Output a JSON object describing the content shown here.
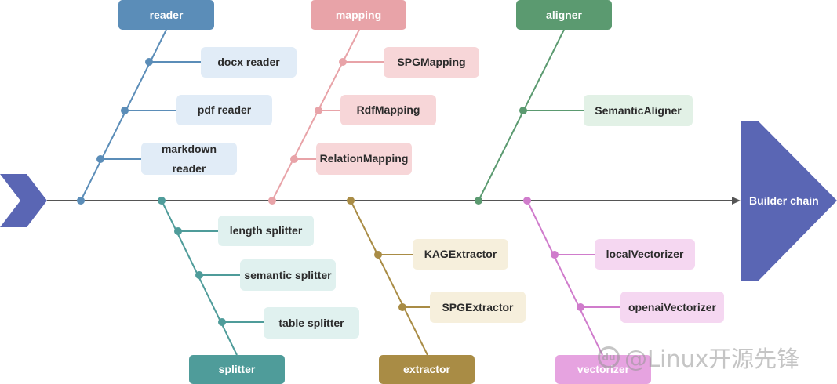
{
  "head": {
    "label": "Builder chain",
    "color": "#5a66b4"
  },
  "spine_color": "#555555",
  "tail_color": "#5a66b4",
  "categories": [
    {
      "id": "reader",
      "label": "reader",
      "color": "#5b8db8",
      "item_bg": "#e1ecf7",
      "items": [
        "docx reader",
        "pdf reader",
        "markdown\nreader"
      ]
    },
    {
      "id": "mapping",
      "label": "mapping",
      "color": "#e8a3a8",
      "item_bg": "#f7d6d8",
      "items": [
        "SPGMapping",
        "RdfMapping",
        "RelationMapping"
      ]
    },
    {
      "id": "aligner",
      "label": "aligner",
      "color": "#5b9a70",
      "item_bg": "#e2f1e6",
      "items": [
        "SemanticAligner"
      ]
    },
    {
      "id": "splitter",
      "label": "splitter",
      "color": "#4f9c9a",
      "item_bg": "#e0f1ef",
      "items": [
        "length splitter",
        "semantic splitter",
        "table splitter"
      ]
    },
    {
      "id": "extractor",
      "label": "extractor",
      "color": "#a98c45",
      "item_bg": "#f6efdc",
      "items": [
        "KAGExtractor",
        "SPGExtractor"
      ]
    },
    {
      "id": "vectorizer",
      "label": "vectorizer",
      "color": "#e6a3e0",
      "line_color": "#d07ccc",
      "item_bg": "#f5d7f1",
      "items": [
        "localVectorizer",
        "openaiVectorizer"
      ]
    }
  ],
  "watermark": {
    "logo": "du",
    "text": "@Linux开源先锋"
  }
}
